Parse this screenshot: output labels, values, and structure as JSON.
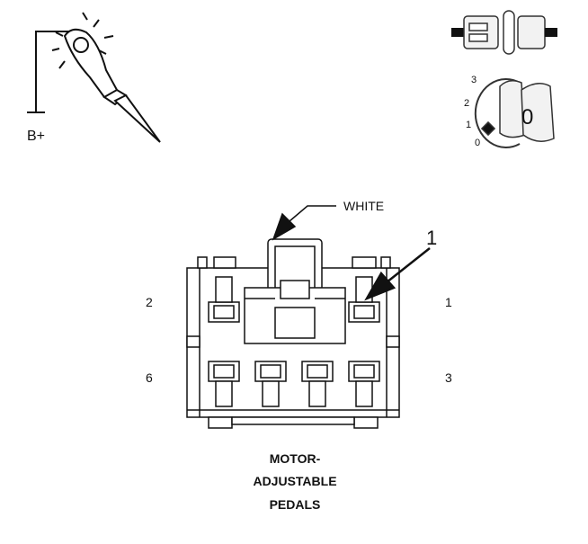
{
  "probe": {
    "label": "B+",
    "icon": "test-light-probe-icon"
  },
  "ignition": {
    "positions": [
      "3",
      "2",
      "1",
      "0"
    ],
    "key_label": "0",
    "icon": "ignition-key-icon",
    "connector_icon": "disconnected-connector-icon"
  },
  "connector": {
    "wire_color_label": "WHITE",
    "callout_number": "1",
    "pin_labels": {
      "top_left": "2",
      "top_right": "1",
      "bottom_left": "6",
      "bottom_right": "3"
    },
    "caption_lines": [
      "MOTOR-",
      "ADJUSTABLE",
      "PEDALS"
    ]
  },
  "colors": {
    "line": "#111111",
    "fill": "#ffffff",
    "light_fill": "#f2f2f2"
  }
}
